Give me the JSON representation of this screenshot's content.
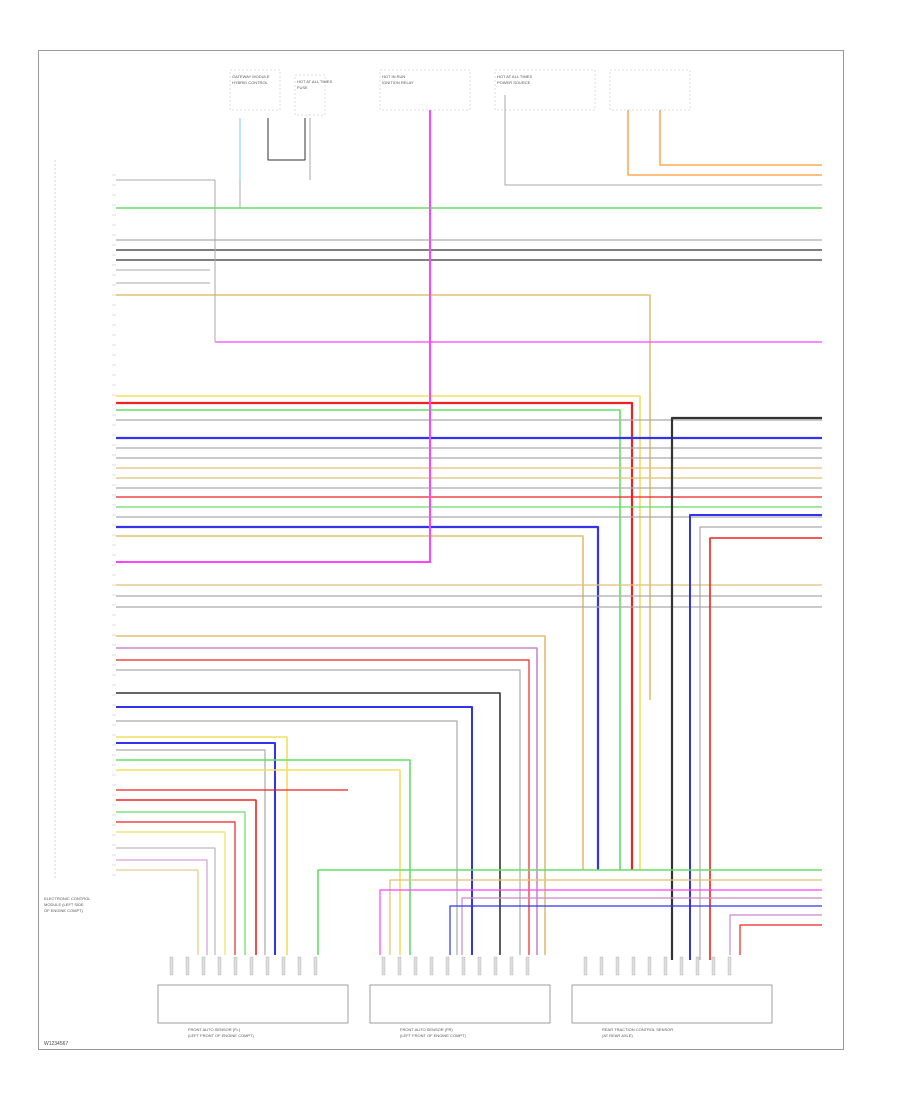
{
  "diagram": {
    "page_code": "W1234567",
    "colors": {
      "green": "#66dd66",
      "gray": "#aaaaaa",
      "black": "#333333",
      "tan": "#e0c070",
      "pink": "#ff44ff",
      "yellow": "#f0e060",
      "red": "#ee2222",
      "lightblue": "#8fd0f0",
      "blue": "#3333ee",
      "orange": "#ffaa55",
      "violet": "#cc88cc",
      "white": "#cfcfcf"
    },
    "top_components": [
      {
        "name": "GATEWAY MODULE",
        "label": "HYBRID CONTROL"
      },
      {
        "name": "HOT AT ALL TIMES",
        "label": "FUSE"
      },
      {
        "name": "HOT IN RUN",
        "label": "IGNITION RELAY"
      },
      {
        "name": "HOT AT ALL TIMES",
        "label": "POWER SOURCE"
      }
    ],
    "bottom_connectors": [
      {
        "name": "FRONT AUTO SENSOR (FL)",
        "sub": "(LEFT FRONT OF ENGINE COMPT)"
      },
      {
        "name": "FRONT AUTO SENSOR (FR)",
        "sub": "(LEFT FRONT OF ENGINE COMPT)"
      },
      {
        "name": "REAR TRACTION CONTROL SENSOR",
        "sub": "(AT REAR AXLE)"
      }
    ],
    "module_label": "ELECTRONIC CONTROL MODULE (LEFT SIDE OF ENGINE COMPT)"
  }
}
